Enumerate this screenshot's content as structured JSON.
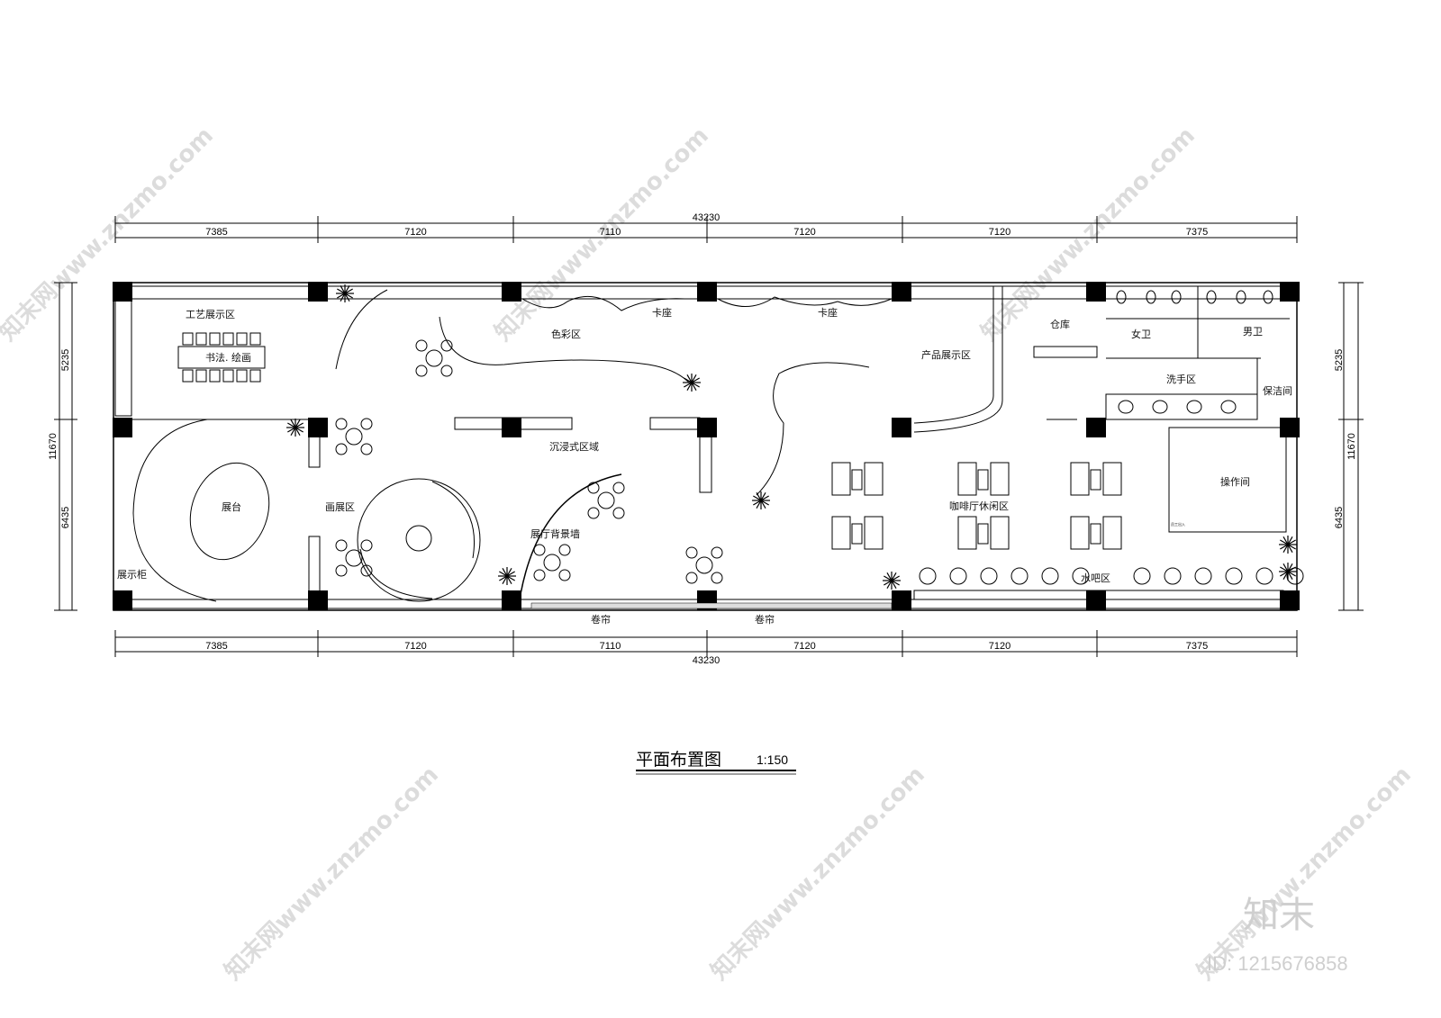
{
  "drawing": {
    "title": "平面布置图",
    "scale": "1:150",
    "total_width": "43230",
    "top_dims": [
      "7385",
      "7120",
      "7110",
      "7120",
      "7120",
      "7375"
    ],
    "bottom_dims": [
      "7385",
      "7120",
      "7110",
      "7120",
      "7120",
      "7375"
    ],
    "left_dims": [
      "5235",
      "6435"
    ],
    "left_total": "11670",
    "right_dims": [
      "5235",
      "6435"
    ],
    "right_total": "11670"
  },
  "rooms": {
    "craft": "工艺展示区",
    "calligraphy": "书法. 绘画",
    "color": "色彩区",
    "booth1": "卡座",
    "booth2": "卡座",
    "product": "产品展示区",
    "storage": "仓库",
    "female_wc": "女卫",
    "male_wc": "男卫",
    "washing": "洗手区",
    "cleaning": "保洁间",
    "immersive": "沉浸式区域",
    "stage": "展台",
    "painting": "画展区",
    "backdrop": "展厅背景墙",
    "cabinet": "展示柜",
    "cafe": "咖啡厅休闲区",
    "operation": "操作间",
    "staff": "员工出入",
    "waterbar": "水吧区",
    "blind1": "卷帘",
    "blind2": "卷帘"
  },
  "watermark": {
    "text": "知末网www.znzmo.com",
    "logo": "知末",
    "id": "ID: 1215676858"
  }
}
